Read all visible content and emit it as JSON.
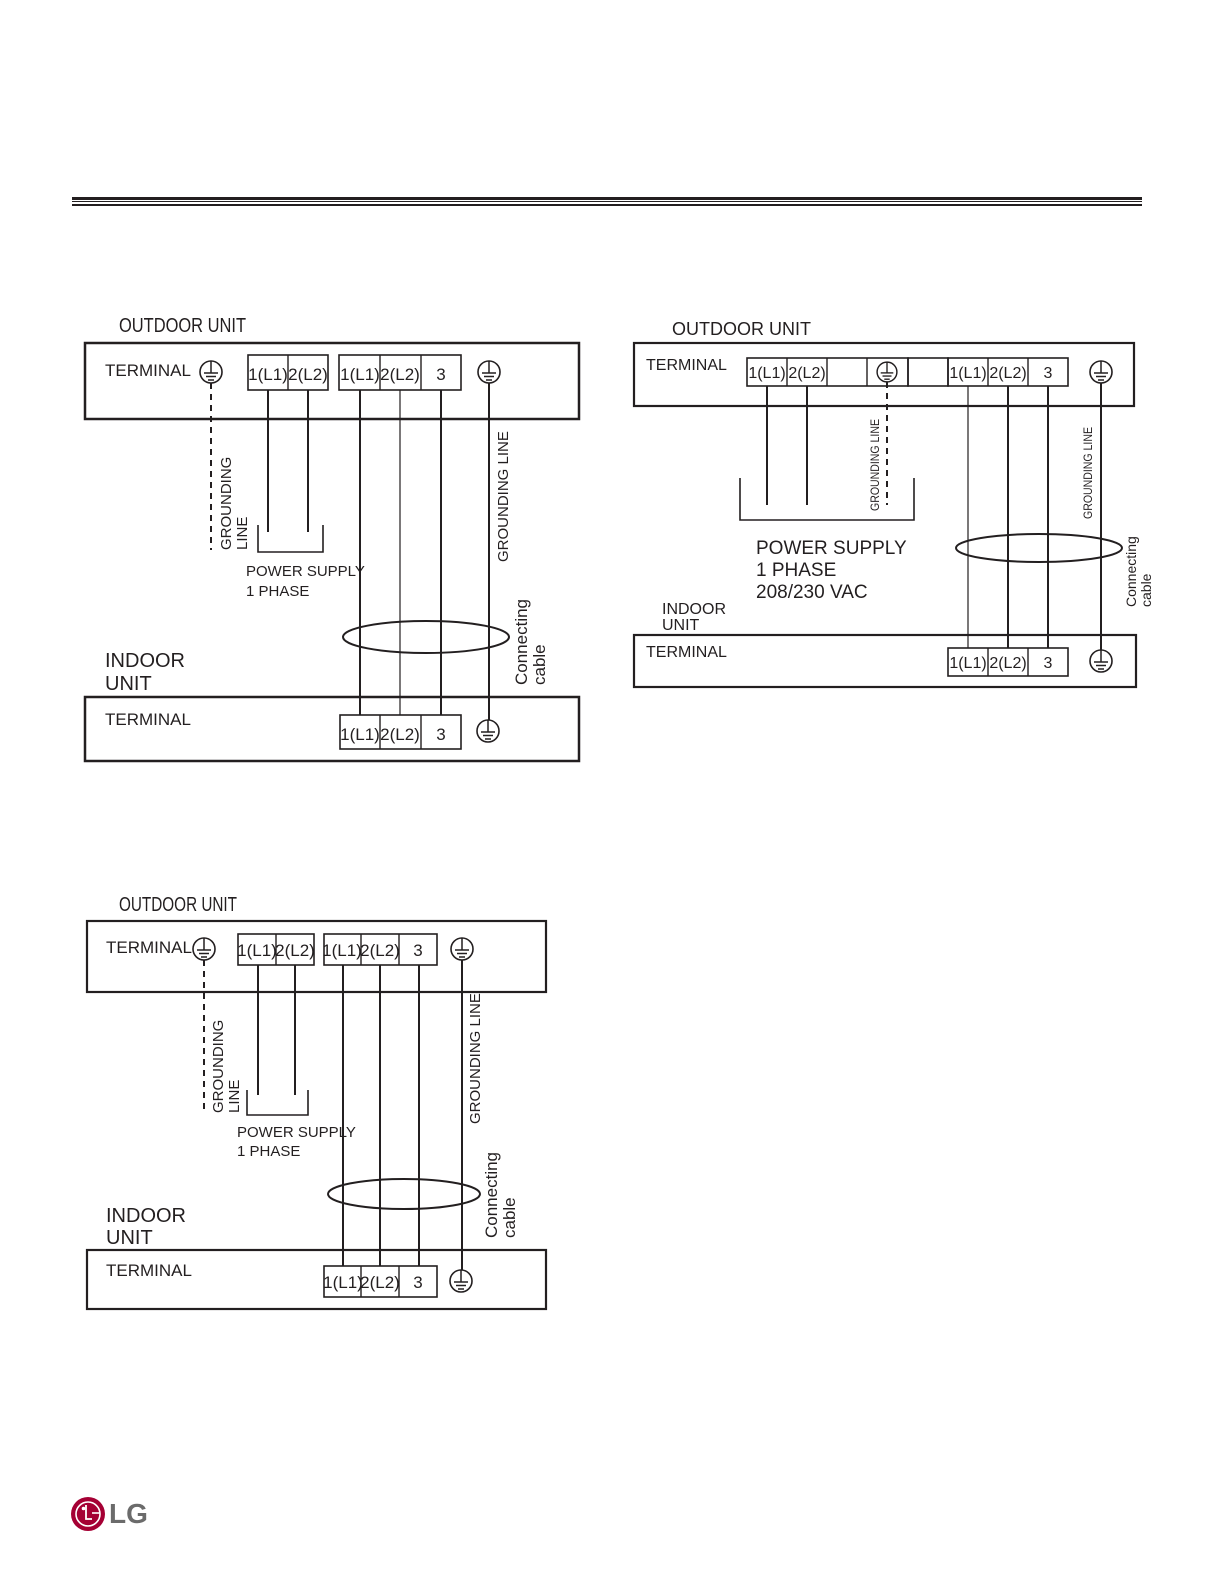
{
  "colors": {
    "ink": "#231f20",
    "lg_red": "#a50034",
    "lg_gray": "#6b6b6b"
  },
  "logo": {
    "text": "LG"
  },
  "diagram_a": {
    "outdoor_title": "OUTDOOR UNIT",
    "outdoor_terminal": "TERMINAL",
    "power_terminals": [
      "1(L1)",
      "2(L2)"
    ],
    "outdoor_terminals": [
      "1(L1)",
      "2(L2)",
      "3"
    ],
    "grounding_line_left": [
      "GROUNDING",
      "LINE"
    ],
    "power_supply": [
      "POWER SUPPLY",
      "1 PHASE"
    ],
    "grounding_line_right": "GROUNDING LINE",
    "connecting_cable": [
      "Connecting",
      "cable"
    ],
    "indoor_title": [
      "INDOOR",
      "UNIT"
    ],
    "indoor_terminal": "TERMINAL",
    "indoor_terminals": [
      "1(L1)",
      "2(L2)",
      "3"
    ]
  },
  "diagram_b": {
    "outdoor_title": "OUTDOOR UNIT",
    "outdoor_terminal": "TERMINAL",
    "power_terminals": [
      "1(L1)",
      "2(L2)"
    ],
    "outdoor_terminals": [
      "1(L1)",
      "2(L2)",
      "3"
    ],
    "grounding_line_mid": "GROUNDING LINE",
    "grounding_line_right": "GROUNDING LINE",
    "power_supply": [
      "POWER SUPPLY",
      "1 PHASE",
      "208/230 VAC"
    ],
    "connecting_cable": [
      "Connecting",
      "cable"
    ],
    "indoor_title": [
      "INDOOR",
      "UNIT"
    ],
    "indoor_terminal": "TERMINAL",
    "indoor_terminals": [
      "1(L1)",
      "2(L2)",
      "3"
    ]
  },
  "diagram_c": {
    "outdoor_title": "OUTDOOR UNIT",
    "outdoor_terminal": "TERMINAL",
    "power_terminals": [
      "1(L1)",
      "2(L2)"
    ],
    "outdoor_terminals": [
      "1(L1)",
      "2(L2)",
      "3"
    ],
    "grounding_line_left": [
      "GROUNDING",
      "LINE"
    ],
    "power_supply": [
      "POWER SUPPLY",
      "1 PHASE"
    ],
    "grounding_line_right": "GROUNDING LINE",
    "connecting_cable": [
      "Connecting",
      "cable"
    ],
    "indoor_title": [
      "INDOOR",
      "UNIT"
    ],
    "indoor_terminal": "TERMINAL",
    "indoor_terminals": [
      "1(L1)",
      "2(L2)",
      "3"
    ]
  }
}
